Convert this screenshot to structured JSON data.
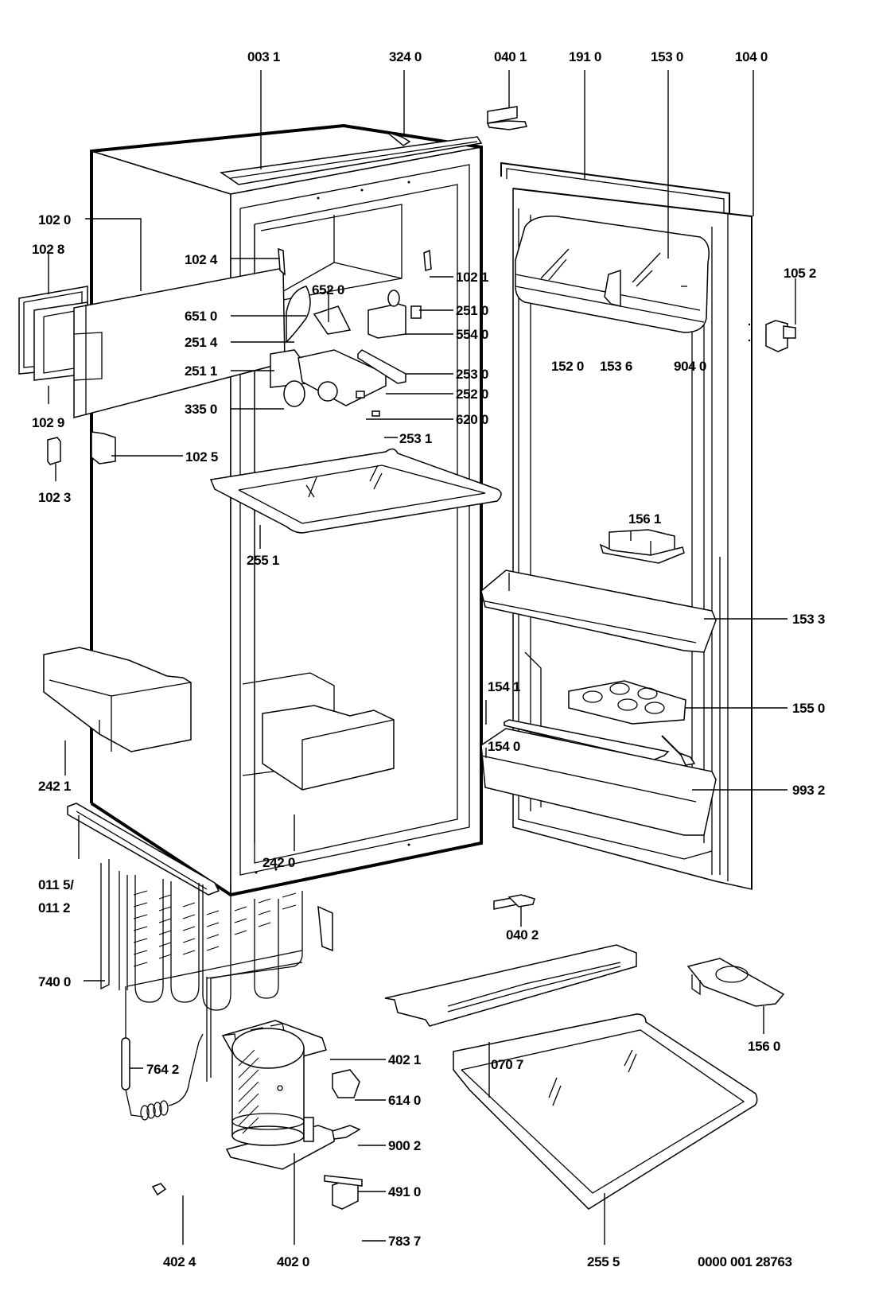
{
  "diagram": {
    "title": "Refrigerator exploded parts diagram",
    "drawing_number": "0000 001 28763",
    "labels": {
      "p0031": "003 1",
      "p3240": "324 0",
      "p0401": "040 1",
      "p1910": "191 0",
      "p1530": "153 0",
      "p1040": "104 0",
      "p1020": "102 0",
      "p1028": "102 8",
      "p1024": "102 4",
      "p1021": "102 1",
      "p1052": "105 2",
      "p6520": "652 0",
      "p6510": "651 0",
      "p2510": "251 0",
      "p2514": "251 4",
      "p5540": "554 0",
      "p2511": "251 1",
      "p2530": "253 0",
      "p2520": "252 0",
      "p1520": "152 0",
      "p1536": "153 6",
      "p9040": "904 0",
      "p3350": "335 0",
      "p6200": "620 0",
      "p1029": "102 9",
      "p2531": "253 1",
      "p1025": "102 5",
      "p1023": "102 3",
      "p2551": "255 1",
      "p1561": "156 1",
      "p1533": "153 3",
      "p1541": "154 1",
      "p1550": "155 0",
      "p1540": "154 0",
      "p2421": "242 1",
      "p9932": "993 2",
      "p2420": "242 0",
      "p0115": "011 5/",
      "p0112": "011 2",
      "p0402": "040 2",
      "p7400": "740 0",
      "p0707": "070 7",
      "p1560": "156 0",
      "p4021": "402 1",
      "p7642": "764 2",
      "p6140": "614 0",
      "p9002": "900 2",
      "p4910": "491 0",
      "p7837": "783 7",
      "p4024": "402 4",
      "p4020": "402 0",
      "p2555": "255 5"
    }
  }
}
